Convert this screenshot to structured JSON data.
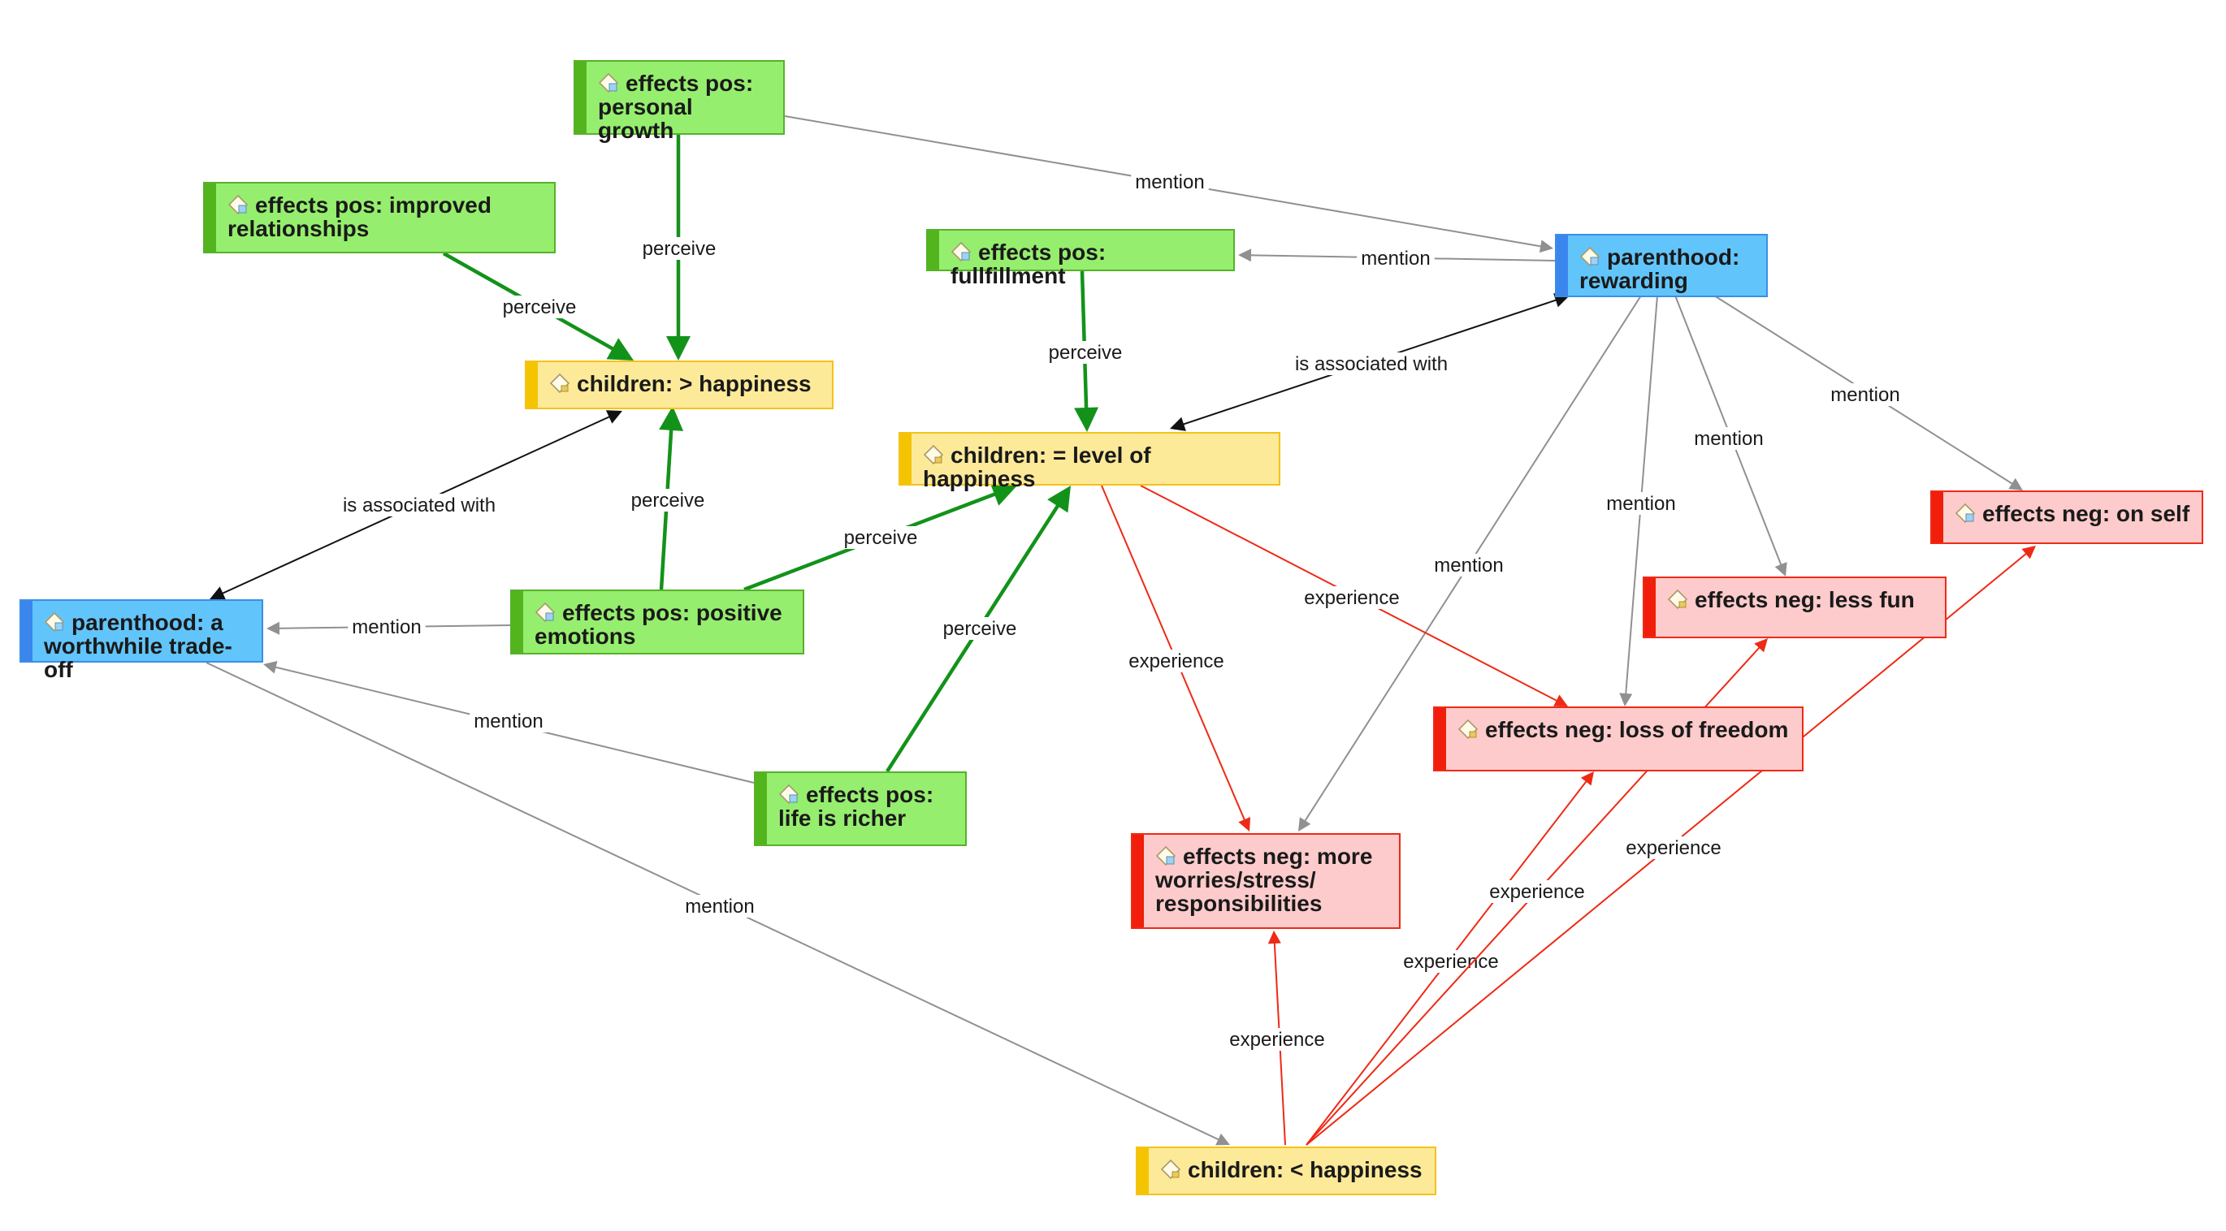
{
  "nodes": [
    {
      "id": "pos_growth",
      "label": "effects pos:\npersonal growth",
      "kind": "green",
      "icon": "code-document-icon"
    },
    {
      "id": "pos_rel",
      "label": "effects pos: improved\nrelationships",
      "kind": "green",
      "icon": "code-document-icon"
    },
    {
      "id": "pos_full",
      "label": "effects pos: fullfillment",
      "kind": "green",
      "icon": "code-document-icon"
    },
    {
      "id": "pos_emo",
      "label": "effects pos: positive\nemotions",
      "kind": "green",
      "icon": "code-document-icon"
    },
    {
      "id": "pos_life",
      "label": "effects pos:\nlife is richer",
      "kind": "green",
      "icon": "code-document-icon"
    },
    {
      "id": "ch_more",
      "label": "children: > happiness",
      "kind": "yellow",
      "icon": "code-icon"
    },
    {
      "id": "ch_eq",
      "label": "children: = level of happiness",
      "kind": "yellow",
      "icon": "code-icon"
    },
    {
      "id": "ch_less",
      "label": "children: < happiness",
      "kind": "yellow",
      "icon": "code-icon"
    },
    {
      "id": "par_rew",
      "label": "parenthood:\nrewarding",
      "kind": "blue",
      "icon": "code-document-icon"
    },
    {
      "id": "par_trade",
      "label": "parenthood: a\nworthwhile trade-off",
      "kind": "blue",
      "icon": "code-document-icon"
    },
    {
      "id": "neg_self",
      "label": "effects neg: on self",
      "kind": "red",
      "icon": "code-document-icon"
    },
    {
      "id": "neg_fun",
      "label": "effects neg: less fun",
      "kind": "red",
      "icon": "code-icon"
    },
    {
      "id": "neg_free",
      "label": "effects neg: loss of freedom",
      "kind": "red",
      "icon": "code-icon"
    },
    {
      "id": "neg_worry",
      "label": "effects neg: more\nworries/stress/\nresponsibilities",
      "kind": "red",
      "icon": "code-document-icon"
    }
  ],
  "edges": [
    {
      "from": "pos_growth",
      "to": "par_rew",
      "label": "mention",
      "type": "mention"
    },
    {
      "from": "pos_growth",
      "to": "ch_more",
      "label": "perceive",
      "type": "perceive"
    },
    {
      "from": "pos_rel",
      "to": "ch_more",
      "label": "perceive",
      "type": "perceive"
    },
    {
      "from": "par_rew",
      "to": "pos_full",
      "label": "mention",
      "type": "mention"
    },
    {
      "from": "pos_full",
      "to": "ch_eq",
      "label": "perceive",
      "type": "perceive"
    },
    {
      "from": "par_rew",
      "to": "ch_eq",
      "label": "is associated with",
      "type": "assoc"
    },
    {
      "from": "ch_more",
      "to": "par_trade",
      "label": "is associated with",
      "type": "assoc"
    },
    {
      "from": "pos_emo",
      "to": "ch_more",
      "label": "perceive",
      "type": "perceive"
    },
    {
      "from": "pos_emo",
      "to": "ch_eq",
      "label": "perceive",
      "type": "perceive"
    },
    {
      "from": "pos_emo",
      "to": "par_trade",
      "label": "mention",
      "type": "mention"
    },
    {
      "from": "pos_life",
      "to": "ch_eq",
      "label": "perceive",
      "type": "perceive"
    },
    {
      "from": "pos_life",
      "to": "par_trade",
      "label": "mention",
      "type": "mention"
    },
    {
      "from": "par_trade",
      "to": "ch_less",
      "label": "mention",
      "type": "mention"
    },
    {
      "from": "par_rew",
      "to": "neg_self",
      "label": "mention",
      "type": "mention"
    },
    {
      "from": "par_rew",
      "to": "neg_fun",
      "label": "mention",
      "type": "mention"
    },
    {
      "from": "par_rew",
      "to": "neg_free",
      "label": "mention",
      "type": "mention"
    },
    {
      "from": "par_rew",
      "to": "neg_worry",
      "label": "mention",
      "type": "mention"
    },
    {
      "from": "ch_eq",
      "to": "neg_worry",
      "label": "experience",
      "type": "experience"
    },
    {
      "from": "ch_eq",
      "to": "neg_free",
      "label": "experience",
      "type": "experience"
    },
    {
      "from": "ch_less",
      "to": "neg_worry",
      "label": "experience",
      "type": "experience"
    },
    {
      "from": "ch_less",
      "to": "neg_free",
      "label": "experience",
      "type": "experience"
    },
    {
      "from": "ch_less",
      "to": "neg_fun",
      "label": "experience",
      "type": "experience"
    },
    {
      "from": "ch_less",
      "to": "neg_self",
      "label": "experience",
      "type": "experience"
    }
  ],
  "colors": {
    "mention": "#909090",
    "perceive": "#13921a",
    "assoc": "#111111",
    "experience": "#ee2a16"
  }
}
